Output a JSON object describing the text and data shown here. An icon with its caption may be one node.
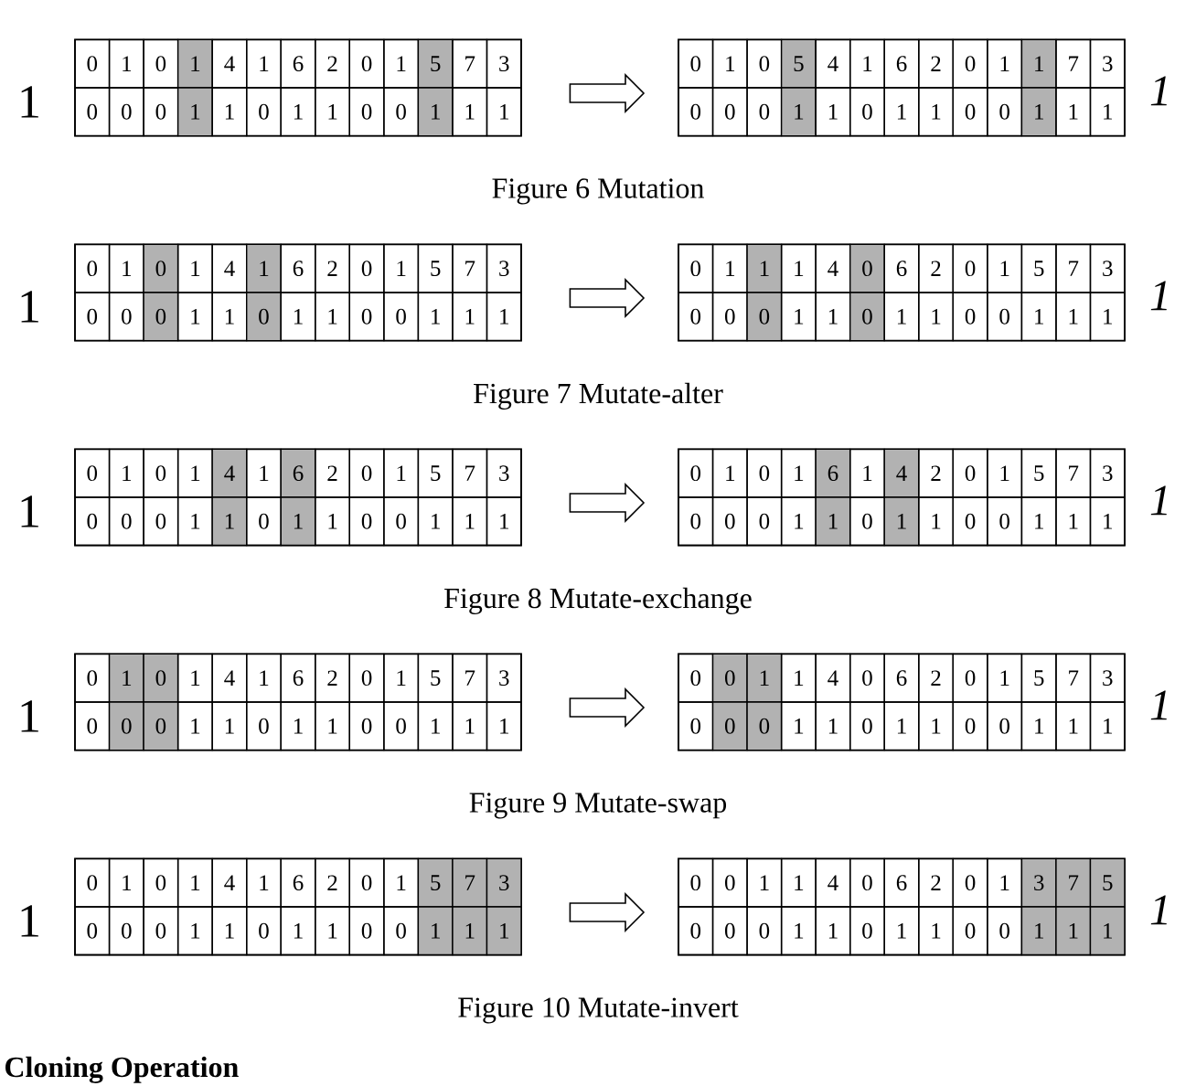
{
  "diagram": {
    "nodes": [
      {
        "text": [],
        "shape": "box",
        "beside": [
          "1"
        ]
      },
      {
        "text": [
          "0"
        ],
        "in": 0
      },
      {
        "text": [
          "1"
        ],
        "in": 0
      },
      {
        "text": [
          "0"
        ],
        "in": 0
      },
      {
        "text": [
          "1"
        ],
        "in": 0
      },
      {
        "text": [
          "4"
        ],
        "in": 0
      },
      {
        "text": [
          "1"
        ],
        "in": 0
      },
      {
        "text": [
          "6"
        ],
        "in": 0
      },
      {
        "text": [
          "2"
        ],
        "in": 0
      },
      {
        "text": [
          "0"
        ],
        "in": 0
      },
      {
        "text": [
          "1"
        ],
        "in": 0
      },
      {
        "text": [
          "5"
        ],
        "in": 0
      },
      {
        "text": [
          "7"
        ],
        "in": 0
      },
      {
        "text": [
          "3"
        ],
        "in": 0
      },
      {
        "text": [
          "0"
        ],
        "in": 0
      },
      {
        "text": [
          "0"
        ],
        "in": 0
      },
      {
        "text": [
          "0"
        ],
        "in": 0
      },
      {
        "text": [
          "1"
        ],
        "in": 0
      },
      {
        "text": [
          "1"
        ],
        "in": 0
      },
      {
        "text": [
          "0"
        ],
        "in": 0
      },
      {
        "text": [
          "1"
        ],
        "in": 0
      },
      {
        "text": [
          "1"
        ],
        "in": 0
      },
      {
        "text": [
          "0"
        ],
        "in": 0
      },
      {
        "text": [
          "0"
        ],
        "in": 0
      },
      {
        "text": [
          "1"
        ],
        "in": 0
      },
      {
        "text": [
          "1"
        ],
        "in": 0
      },
      {
        "text": [
          "1"
        ],
        "in": 0
      },
      {
        "text": [],
        "shape": "box",
        "beside": [
          "1"
        ]
      },
      {
        "text": [
          "0"
        ],
        "in": 27
      },
      {
        "text": [
          "1"
        ],
        "in": 27
      },
      {
        "text": [
          "0"
        ],
        "in": 27
      },
      {
        "text": [
          "5"
        ],
        "in": 27
      },
      {
        "text": [
          "4"
        ],
        "in": 27
      },
      {
        "text": [
          "1"
        ],
        "in": 27
      },
      {
        "text": [
          "6"
        ],
        "in": 27
      },
      {
        "text": [
          "2"
        ],
        "in": 27
      },
      {
        "text": [
          "0"
        ],
        "in": 27
      },
      {
        "text": [
          "1"
        ],
        "in": 27
      },
      {
        "text": [
          "1"
        ],
        "in": 27
      },
      {
        "text": [
          "7"
        ],
        "in": 27
      },
      {
        "text": [
          "3"
        ],
        "in": 27
      },
      {
        "text": [
          "0"
        ],
        "in": 27
      },
      {
        "text": [
          "0"
        ],
        "in": 27
      },
      {
        "text": [
          "0"
        ],
        "in": 27
      },
      {
        "text": [
          "1"
        ],
        "in": 27
      },
      {
        "text": [
          "1"
        ],
        "in": 27
      },
      {
        "text": [
          "0"
        ],
        "in": 27
      },
      {
        "text": [
          "1"
        ],
        "in": 27
      },
      {
        "text": [
          "1"
        ],
        "in": 27
      },
      {
        "text": [
          "0"
        ],
        "in": 27
      },
      {
        "text": [
          "0"
        ],
        "in": 27
      },
      {
        "text": [
          "1"
        ],
        "in": 27
      },
      {
        "text": [
          "1"
        ],
        "in": 27
      },
      {
        "text": [
          "1"
        ],
        "in": 27
      },
      {
        "text": [],
        "shape": "box",
        "beside": [
          "1"
        ]
      },
      {
        "text": [
          "0"
        ],
        "in": 54
      },
      {
        "text": [
          "1"
        ],
        "in": 54
      },
      {
        "text": [
          "0"
        ],
        "in": 54
      },
      {
        "text": [
          "1"
        ],
        "in": 54
      },
      {
        "text": [
          "4"
        ],
        "in": 54
      },
      {
        "text": [
          "1"
        ],
        "in": 54
      },
      {
        "text": [
          "6"
        ],
        "in": 54
      },
      {
        "text": [
          "2"
        ],
        "in": 54
      },
      {
        "text": [
          "0"
        ],
        "in": 54
      },
      {
        "text": [
          "1"
        ],
        "in": 54
      },
      {
        "text": [
          "5"
        ],
        "in": 54
      },
      {
        "text": [
          "7"
        ],
        "in": 54
      },
      {
        "text": [
          "3"
        ],
        "in": 54
      },
      {
        "text": [
          "0"
        ],
        "in": 54
      },
      {
        "text": [
          "0"
        ],
        "in": 54
      },
      {
        "text": [
          "0"
        ],
        "in": 54
      },
      {
        "text": [
          "1"
        ],
        "in": 54
      },
      {
        "text": [
          "1"
        ],
        "in": 54
      },
      {
        "text": [
          "0"
        ],
        "in": 54
      },
      {
        "text": [
          "1"
        ],
        "in": 54
      },
      {
        "text": [
          "1"
        ],
        "in": 54
      },
      {
        "text": [
          "0"
        ],
        "in": 54
      },
      {
        "text": [
          "0"
        ],
        "in": 54
      },
      {
        "text": [
          "1"
        ],
        "in": 54
      },
      {
        "text": [
          "1"
        ],
        "in": 54
      },
      {
        "text": [
          "1"
        ],
        "in": 54
      },
      {
        "text": [],
        "shape": "box",
        "beside": [
          "1"
        ]
      },
      {
        "text": [
          "0"
        ],
        "in": 81
      },
      {
        "text": [
          "1"
        ],
        "in": 81
      },
      {
        "text": [
          "1"
        ],
        "in": 81
      },
      {
        "text": [
          "1"
        ],
        "in": 81
      },
      {
        "text": [
          "4"
        ],
        "in": 81
      },
      {
        "text": [
          "0"
        ],
        "in": 81
      },
      {
        "text": [
          "6"
        ],
        "in": 81
      },
      {
        "text": [
          "2"
        ],
        "in": 81
      },
      {
        "text": [
          "0"
        ],
        "in": 81
      },
      {
        "text": [
          "1"
        ],
        "in": 81
      },
      {
        "text": [
          "5"
        ],
        "in": 81
      },
      {
        "text": [
          "7"
        ],
        "in": 81
      },
      {
        "text": [
          "3"
        ],
        "in": 81
      },
      {
        "text": [
          "0"
        ],
        "in": 81
      },
      {
        "text": [
          "0"
        ],
        "in": 81
      },
      {
        "text": [
          "0"
        ],
        "in": 81
      },
      {
        "text": [
          "1"
        ],
        "in": 81
      },
      {
        "text": [
          "1"
        ],
        "in": 81
      },
      {
        "text": [
          "0"
        ],
        "in": 81
      },
      {
        "text": [
          "1"
        ],
        "in": 81
      },
      {
        "text": [
          "1"
        ],
        "in": 81
      },
      {
        "text": [
          "0"
        ],
        "in": 81
      },
      {
        "text": [
          "0"
        ],
        "in": 81
      },
      {
        "text": [
          "1"
        ],
        "in": 81
      },
      {
        "text": [
          "1"
        ],
        "in": 81
      },
      {
        "text": [
          "1"
        ],
        "in": 81
      },
      {
        "text": [],
        "shape": "box",
        "beside": [
          "1"
        ]
      },
      {
        "text": [
          "0"
        ],
        "in": 108
      },
      {
        "text": [
          "1"
        ],
        "in": 108
      },
      {
        "text": [
          "0"
        ],
        "in": 108
      },
      {
        "text": [
          "1"
        ],
        "in": 108
      },
      {
        "text": [
          "4"
        ],
        "in": 108
      },
      {
        "text": [
          "1"
        ],
        "in": 108
      },
      {
        "text": [
          "6"
        ],
        "in": 108
      },
      {
        "text": [
          "2"
        ],
        "in": 108
      },
      {
        "text": [
          "0"
        ],
        "in": 108
      },
      {
        "text": [
          "1"
        ],
        "in": 108
      },
      {
        "text": [
          "5"
        ],
        "in": 108
      },
      {
        "text": [
          "7"
        ],
        "in": 108
      },
      {
        "text": [
          "3"
        ],
        "in": 108
      },
      {
        "text": [
          "0"
        ],
        "in": 108
      },
      {
        "text": [
          "0"
        ],
        "in": 108
      },
      {
        "text": [
          "0"
        ],
        "in": 108
      },
      {
        "text": [
          "1"
        ],
        "in": 108
      },
      {
        "text": [
          "1"
        ],
        "in": 108
      },
      {
        "text": [
          "0"
        ],
        "in": 108
      },
      {
        "text": [
          "1"
        ],
        "in": 108
      },
      {
        "text": [
          "1"
        ],
        "in": 108
      },
      {
        "text": [
          "0"
        ],
        "in": 108
      },
      {
        "text": [
          "0"
        ],
        "in": 108
      },
      {
        "text": [
          "1"
        ],
        "in": 108
      },
      {
        "text": [
          "1"
        ],
        "in": 108
      },
      {
        "text": [
          "1"
        ],
        "in": 108
      },
      {
        "text": [],
        "shape": "box",
        "beside": [
          "1"
        ]
      },
      {
        "text": [
          "0"
        ],
        "in": 135
      },
      {
        "text": [
          "1"
        ],
        "in": 135
      },
      {
        "text": [
          "0"
        ],
        "in": 135
      },
      {
        "text": [
          "1"
        ],
        "in": 135
      },
      {
        "text": [
          "6"
        ],
        "in": 135
      },
      {
        "text": [
          "1"
        ],
        "in": 135
      },
      {
        "text": [
          "4"
        ],
        "in": 135
      },
      {
        "text": [
          "2"
        ],
        "in": 135
      },
      {
        "text": [
          "0"
        ],
        "in": 135
      },
      {
        "text": [
          "1"
        ],
        "in": 135
      },
      {
        "text": [
          "5"
        ],
        "in": 135
      },
      {
        "text": [
          "7"
        ],
        "in": 135
      },
      {
        "text": [
          "3"
        ],
        "in": 135
      },
      {
        "text": [
          "0"
        ],
        "in": 135
      },
      {
        "text": [
          "0"
        ],
        "in": 135
      },
      {
        "text": [
          "0"
        ],
        "in": 135
      },
      {
        "text": [
          "1"
        ],
        "in": 135
      },
      {
        "text": [
          "1"
        ],
        "in": 135
      },
      {
        "text": [
          "0"
        ],
        "in": 135
      },
      {
        "text": [
          "1"
        ],
        "in": 135
      },
      {
        "text": [
          "1"
        ],
        "in": 135
      },
      {
        "text": [
          "0"
        ],
        "in": 135
      },
      {
        "text": [
          "0"
        ],
        "in": 135
      },
      {
        "text": [
          "1"
        ],
        "in": 135
      },
      {
        "text": [
          "1"
        ],
        "in": 135
      },
      {
        "text": [
          "1"
        ],
        "in": 135
      },
      {
        "text": [],
        "shape": "box",
        "beside": [
          "1"
        ]
      },
      {
        "text": [
          "0"
        ],
        "in": 162
      },
      {
        "text": [
          "1"
        ],
        "in": 162
      },
      {
        "text": [
          "0"
        ],
        "in": 162
      },
      {
        "text": [
          "1"
        ],
        "in": 162
      },
      {
        "text": [
          "4"
        ],
        "in": 162
      },
      {
        "text": [
          "1"
        ],
        "in": 162
      },
      {
        "text": [
          "6"
        ],
        "in": 162
      },
      {
        "text": [
          "2"
        ],
        "in": 162
      },
      {
        "text": [
          "0"
        ],
        "in": 162
      },
      {
        "text": [
          "1"
        ],
        "in": 162
      },
      {
        "text": [
          "5"
        ],
        "in": 162
      },
      {
        "text": [
          "7"
        ],
        "in": 162
      },
      {
        "text": [
          "3"
        ],
        "in": 162
      },
      {
        "text": [
          "0"
        ],
        "in": 162
      },
      {
        "text": [
          "0"
        ],
        "in": 162
      },
      {
        "text": [
          "0"
        ],
        "in": 162
      },
      {
        "text": [
          "1"
        ],
        "in": 162
      },
      {
        "text": [
          "1"
        ],
        "in": 162
      },
      {
        "text": [
          "0"
        ],
        "in": 162
      },
      {
        "text": [
          "1"
        ],
        "in": 162
      },
      {
        "text": [
          "1"
        ],
        "in": 162
      },
      {
        "text": [
          "0"
        ],
        "in": 162
      },
      {
        "text": [
          "0"
        ],
        "in": 162
      },
      {
        "text": [
          "1"
        ],
        "in": 162
      },
      {
        "text": [
          "1"
        ],
        "in": 162
      },
      {
        "text": [
          "1"
        ],
        "in": 162
      },
      {
        "text": [],
        "shape": "box",
        "beside": [
          "1"
        ]
      },
      {
        "text": [
          "0"
        ],
        "in": 189
      },
      {
        "text": [
          "0"
        ],
        "in": 189
      },
      {
        "text": [
          "1"
        ],
        "in": 189
      },
      {
        "text": [
          "1"
        ],
        "in": 189
      },
      {
        "text": [
          "4"
        ],
        "in": 189
      },
      {
        "text": [
          "0"
        ],
        "in": 189
      },
      {
        "text": [
          "6"
        ],
        "in": 189
      },
      {
        "text": [
          "2"
        ],
        "in": 189
      },
      {
        "text": [
          "0"
        ],
        "in": 189
      },
      {
        "text": [
          "1"
        ],
        "in": 189
      },
      {
        "text": [
          "5"
        ],
        "in": 189
      },
      {
        "text": [
          "7"
        ],
        "in": 189
      },
      {
        "text": [
          "3"
        ],
        "in": 189
      },
      {
        "text": [
          "0"
        ],
        "in": 189
      },
      {
        "text": [
          "0"
        ],
        "in": 189
      },
      {
        "text": [
          "0"
        ],
        "in": 189
      },
      {
        "text": [
          "1"
        ],
        "in": 189
      },
      {
        "text": [
          "1"
        ],
        "in": 189
      },
      {
        "text": [
          "0"
        ],
        "in": 189
      },
      {
        "text": [
          "1"
        ],
        "in": 189
      },
      {
        "text": [
          "1"
        ],
        "in": 189
      },
      {
        "text": [
          "0"
        ],
        "in": 189
      },
      {
        "text": [
          "0"
        ],
        "in": 189
      },
      {
        "text": [
          "1"
        ],
        "in": 189
      },
      {
        "text": [
          "1"
        ],
        "in": 189
      },
      {
        "text": [
          "1"
        ],
        "in": 189
      },
      {
        "text": [],
        "shape": "box",
        "beside": [
          "1"
        ]
      },
      {
        "text": [
          "0"
        ],
        "in": 216
      },
      {
        "text": [
          "1"
        ],
        "in": 216
      },
      {
        "text": [
          "0"
        ],
        "in": 216
      },
      {
        "text": [
          "1"
        ],
        "in": 216
      },
      {
        "text": [
          "4"
        ],
        "in": 216
      },
      {
        "text": [
          "1"
        ],
        "in": 216
      },
      {
        "text": [
          "6"
        ],
        "in": 216
      },
      {
        "text": [
          "2"
        ],
        "in": 216
      },
      {
        "text": [
          "0"
        ],
        "in": 216
      },
      {
        "text": [
          "1"
        ],
        "in": 216
      },
      {
        "text": [
          "5"
        ],
        "in": 216
      },
      {
        "text": [
          "7"
        ],
        "in": 216
      },
      {
        "text": [
          "3"
        ],
        "in": 216
      },
      {
        "text": [
          "0"
        ],
        "in": 216
      },
      {
        "text": [
          "0"
        ],
        "in": 216
      },
      {
        "text": [
          "0"
        ],
        "in": 216
      },
      {
        "text": [
          "1"
        ],
        "in": 216
      },
      {
        "text": [
          "1"
        ],
        "in": 216
      },
      {
        "text": [
          "0"
        ],
        "in": 216
      },
      {
        "text": [
          "1"
        ],
        "in": 216
      },
      {
        "text": [
          "1"
        ],
        "in": 216
      },
      {
        "text": [
          "0"
        ],
        "in": 216
      },
      {
        "text": [
          "0"
        ],
        "in": 216
      },
      {
        "text": [
          "1"
        ],
        "in": 216
      },
      {
        "text": [
          "1"
        ],
        "in": 216
      },
      {
        "text": [
          "1"
        ],
        "in": 216
      },
      {
        "text": [],
        "shape": "box",
        "beside": [
          "1"
        ]
      },
      {
        "text": [
          "0"
        ],
        "in": 243
      },
      {
        "text": [
          "0"
        ],
        "in": 243
      },
      {
        "text": [
          "1"
        ],
        "in": 243
      },
      {
        "text": [
          "1"
        ],
        "in": 243
      },
      {
        "text": [
          "4"
        ],
        "in": 243
      },
      {
        "text": [
          "0"
        ],
        "in": 243
      },
      {
        "text": [
          "6"
        ],
        "in": 243
      },
      {
        "text": [
          "2"
        ],
        "in": 243
      },
      {
        "text": [
          "0"
        ],
        "in": 243
      },
      {
        "text": [
          "1"
        ],
        "in": 243
      },
      {
        "text": [
          "3"
        ],
        "in": 243
      },
      {
        "text": [
          "7"
        ],
        "in": 243
      },
      {
        "text": [
          "5"
        ],
        "in": 243
      },
      {
        "text": [
          "0"
        ],
        "in": 243
      },
      {
        "text": [
          "0"
        ],
        "in": 243
      },
      {
        "text": [
          "0"
        ],
        "in": 243
      },
      {
        "text": [
          "1"
        ],
        "in": 243
      },
      {
        "text": [
          "1"
        ],
        "in": 243
      },
      {
        "text": [
          "0"
        ],
        "in": 243
      },
      {
        "text": [
          "1"
        ],
        "in": 243
      },
      {
        "text": [
          "1"
        ],
        "in": 243
      },
      {
        "text": [
          "0"
        ],
        "in": 243
      },
      {
        "text": [
          "0"
        ],
        "in": 243
      },
      {
        "text": [
          "1"
        ],
        "in": 243
      },
      {
        "text": [
          "1"
        ],
        "in": 243
      },
      {
        "text": [
          "1"
        ],
        "in": 243
      }
    ],
    "edges": [
      {
        "from": 0,
        "to": 27,
        "arrow": "to"
      },
      {
        "from": 54,
        "to": 81,
        "arrow": "to"
      },
      {
        "from": 108,
        "to": 135,
        "arrow": "to"
      },
      {
        "from": 162,
        "to": 189,
        "arrow": "to"
      },
      {
        "from": 216,
        "to": 243,
        "arrow": "to"
      }
    ],
    "labels": [
      "Figure 6 Mutation",
      "Figure 7 Mutate-alter",
      "Figure 8 Mutate-exchange",
      "Figure 9 Mutate-swap",
      "Figure 10 Mutate-invert",
      "Cloning Operation"
    ]
  }
}
